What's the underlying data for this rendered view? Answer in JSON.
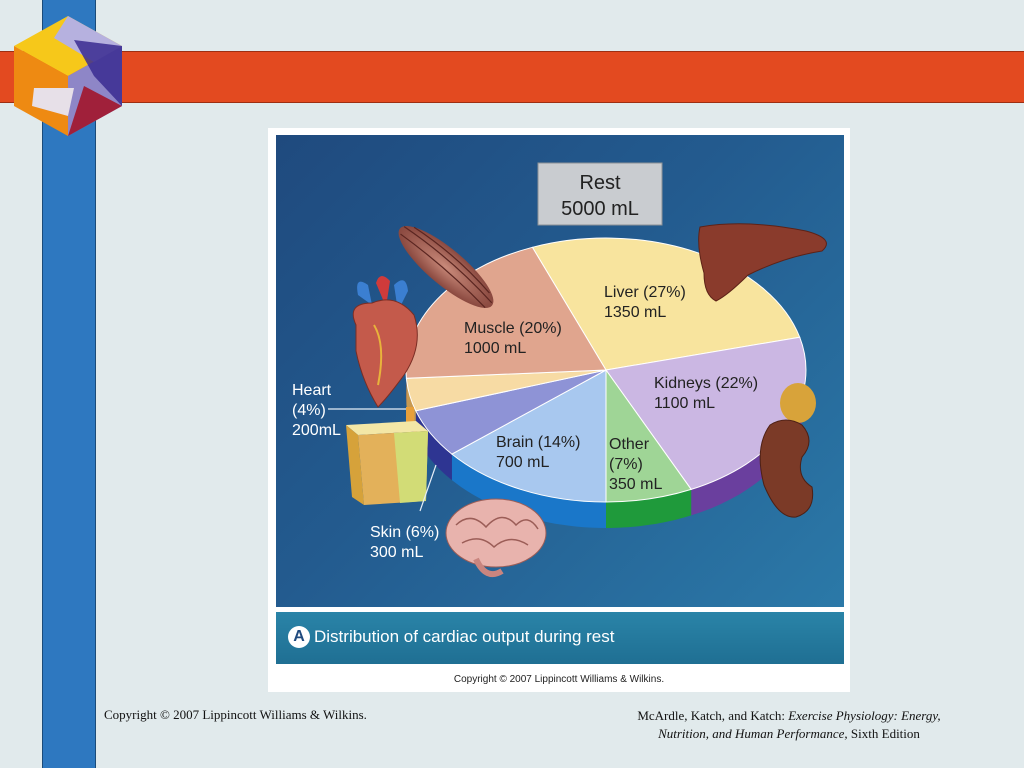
{
  "figure": {
    "caption_letter": "A",
    "caption": "Distribution of cardiac output during rest",
    "copyright": "Copyright © 2007 Lippincott Williams & Wilkins."
  },
  "footer": {
    "copyright": "Copyright © 2007 Lippincott Williams & Wilkins.",
    "citation_authors": "McArdle, Katch, and Katch: ",
    "citation_title_line1": "Exercise Physiology: Energy,",
    "citation_title_line2": "Nutrition, and Human Performance,",
    "citation_edition": " Sixth Edition"
  },
  "colors": {
    "brand_orange": "#e34a20",
    "brand_blue": "#2e78c0",
    "panel_blue": "#1f4a7e"
  },
  "icons": [
    "muscle-icon",
    "heart-icon",
    "liver-icon",
    "kidney-icon",
    "brain-icon",
    "skin-icon"
  ],
  "chart_data": {
    "type": "pie",
    "title_line1": "Rest",
    "title_line2": "5000 mL",
    "slices": [
      {
        "label": "Liver",
        "percent": 27,
        "value_ml": 1350,
        "pct_text": "Liver (27%)",
        "ml_text": "1350 mL",
        "color": "#f8e49e"
      },
      {
        "label": "Kidneys",
        "percent": 22,
        "value_ml": 1100,
        "pct_text": "Kidneys (22%)",
        "ml_text": "1100 mL",
        "color": "#cbb7e3"
      },
      {
        "label": "Other",
        "percent": 7,
        "value_ml": 350,
        "pct_text": "Other",
        "pct_text2": "(7%)",
        "ml_text": "350 mL",
        "color": "#9fd596"
      },
      {
        "label": "Brain",
        "percent": 14,
        "value_ml": 700,
        "pct_text": "Brain (14%)",
        "ml_text": "700 mL",
        "color": "#a8c8ef"
      },
      {
        "label": "Skin",
        "percent": 6,
        "value_ml": 300,
        "pct_text": "Skin (6%)",
        "ml_text": "300 mL",
        "color": "#8e93d6"
      },
      {
        "label": "Heart",
        "percent": 4,
        "value_ml": 200,
        "pct_text": "Heart",
        "pct_text2": "(4%)",
        "ml_text": "200mL",
        "color": "#f7dba4"
      },
      {
        "label": "Muscle",
        "percent": 20,
        "value_ml": 1000,
        "pct_text": "Muscle (20%)",
        "ml_text": "1000 mL",
        "color": "#e0a58e"
      }
    ]
  }
}
